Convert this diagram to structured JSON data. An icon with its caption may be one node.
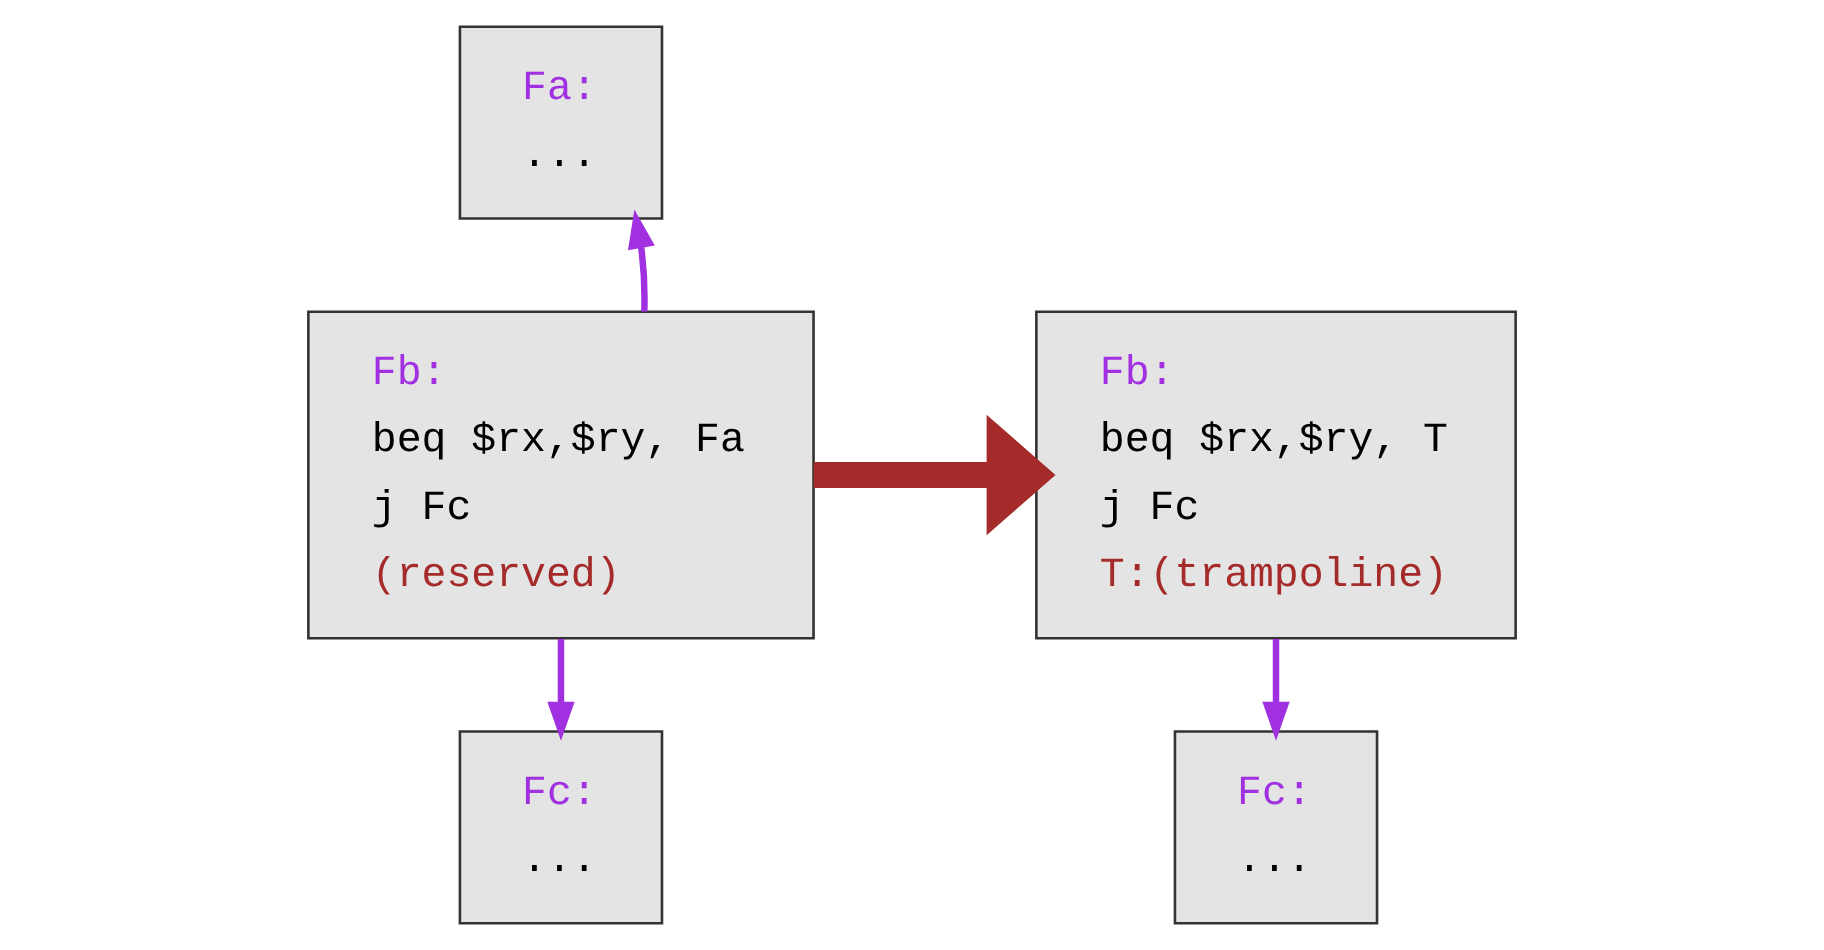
{
  "diagram": {
    "nodes": [
      {
        "text": [
          "Fa:",
          "..."
        ]
      },
      {
        "text": [
          "Fb:",
          "beq $rx,$ry, Fa",
          "j Fc",
          "(reserved)"
        ]
      },
      {
        "text": [
          "Fc:",
          "..."
        ]
      },
      {
        "text": [
          "Fb:",
          "beq $rx,$ry, T",
          "j Fc",
          "T:(trampoline)"
        ]
      },
      {
        "text": [
          "Fc:",
          "..."
        ]
      }
    ],
    "edges": [
      {
        "from": 1,
        "to": 0,
        "arrow": "to"
      },
      {
        "from": 1,
        "to": 2,
        "arrow": "to"
      },
      {
        "from": 1,
        "to": 3,
        "arrow": "to",
        "style": "thick",
        "color": "#a52a2a"
      },
      {
        "from": 3,
        "to": 4,
        "arrow": "to"
      }
    ]
  }
}
